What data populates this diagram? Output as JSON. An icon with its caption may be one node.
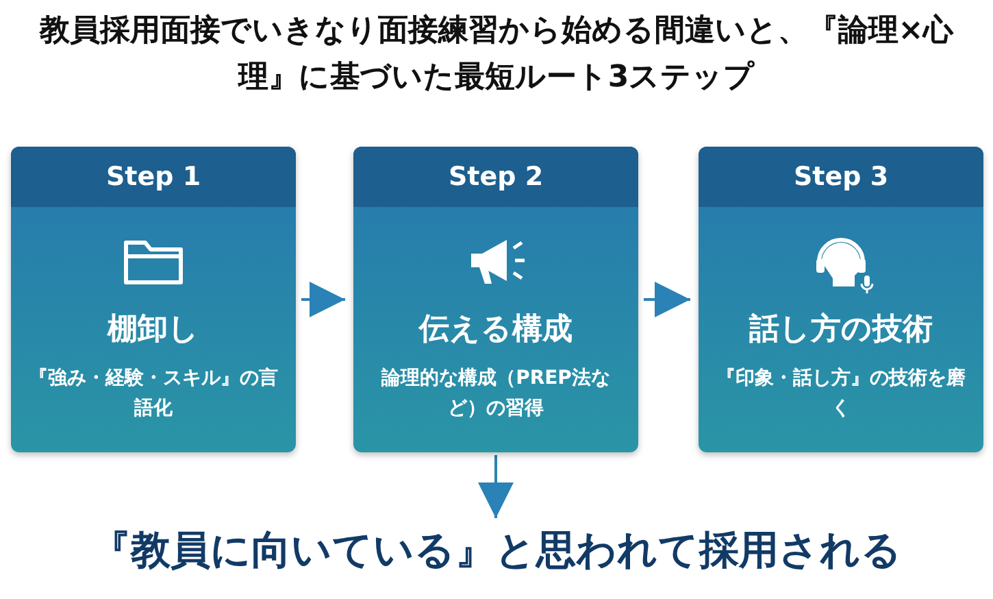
{
  "diagram": {
    "title": "教員採用面接でいきなり面接練習から始める間違いと、『論理×心理』に基づいた最短ルート3ステップ",
    "nodes": [
      {
        "text": [
          "Step 1",
          "棚卸し",
          "『強み・経験・スキル』の言語化"
        ]
      },
      {
        "text": [
          "Step 2",
          "伝える構成",
          "論理的な構成（PREP法など）の習得"
        ]
      },
      {
        "text": [
          "Step 3",
          "話し方の技術",
          "『印象・話し方』の技術を磨く"
        ]
      },
      {
        "text": [
          "『教員に向いている』と思われて採用される"
        ]
      }
    ],
    "edges": [
      {
        "from": 0,
        "to": 1,
        "arrow": "to"
      },
      {
        "from": 1,
        "to": 2,
        "arrow": "to"
      },
      {
        "from": 1,
        "to": 3,
        "arrow": "to"
      }
    ]
  }
}
